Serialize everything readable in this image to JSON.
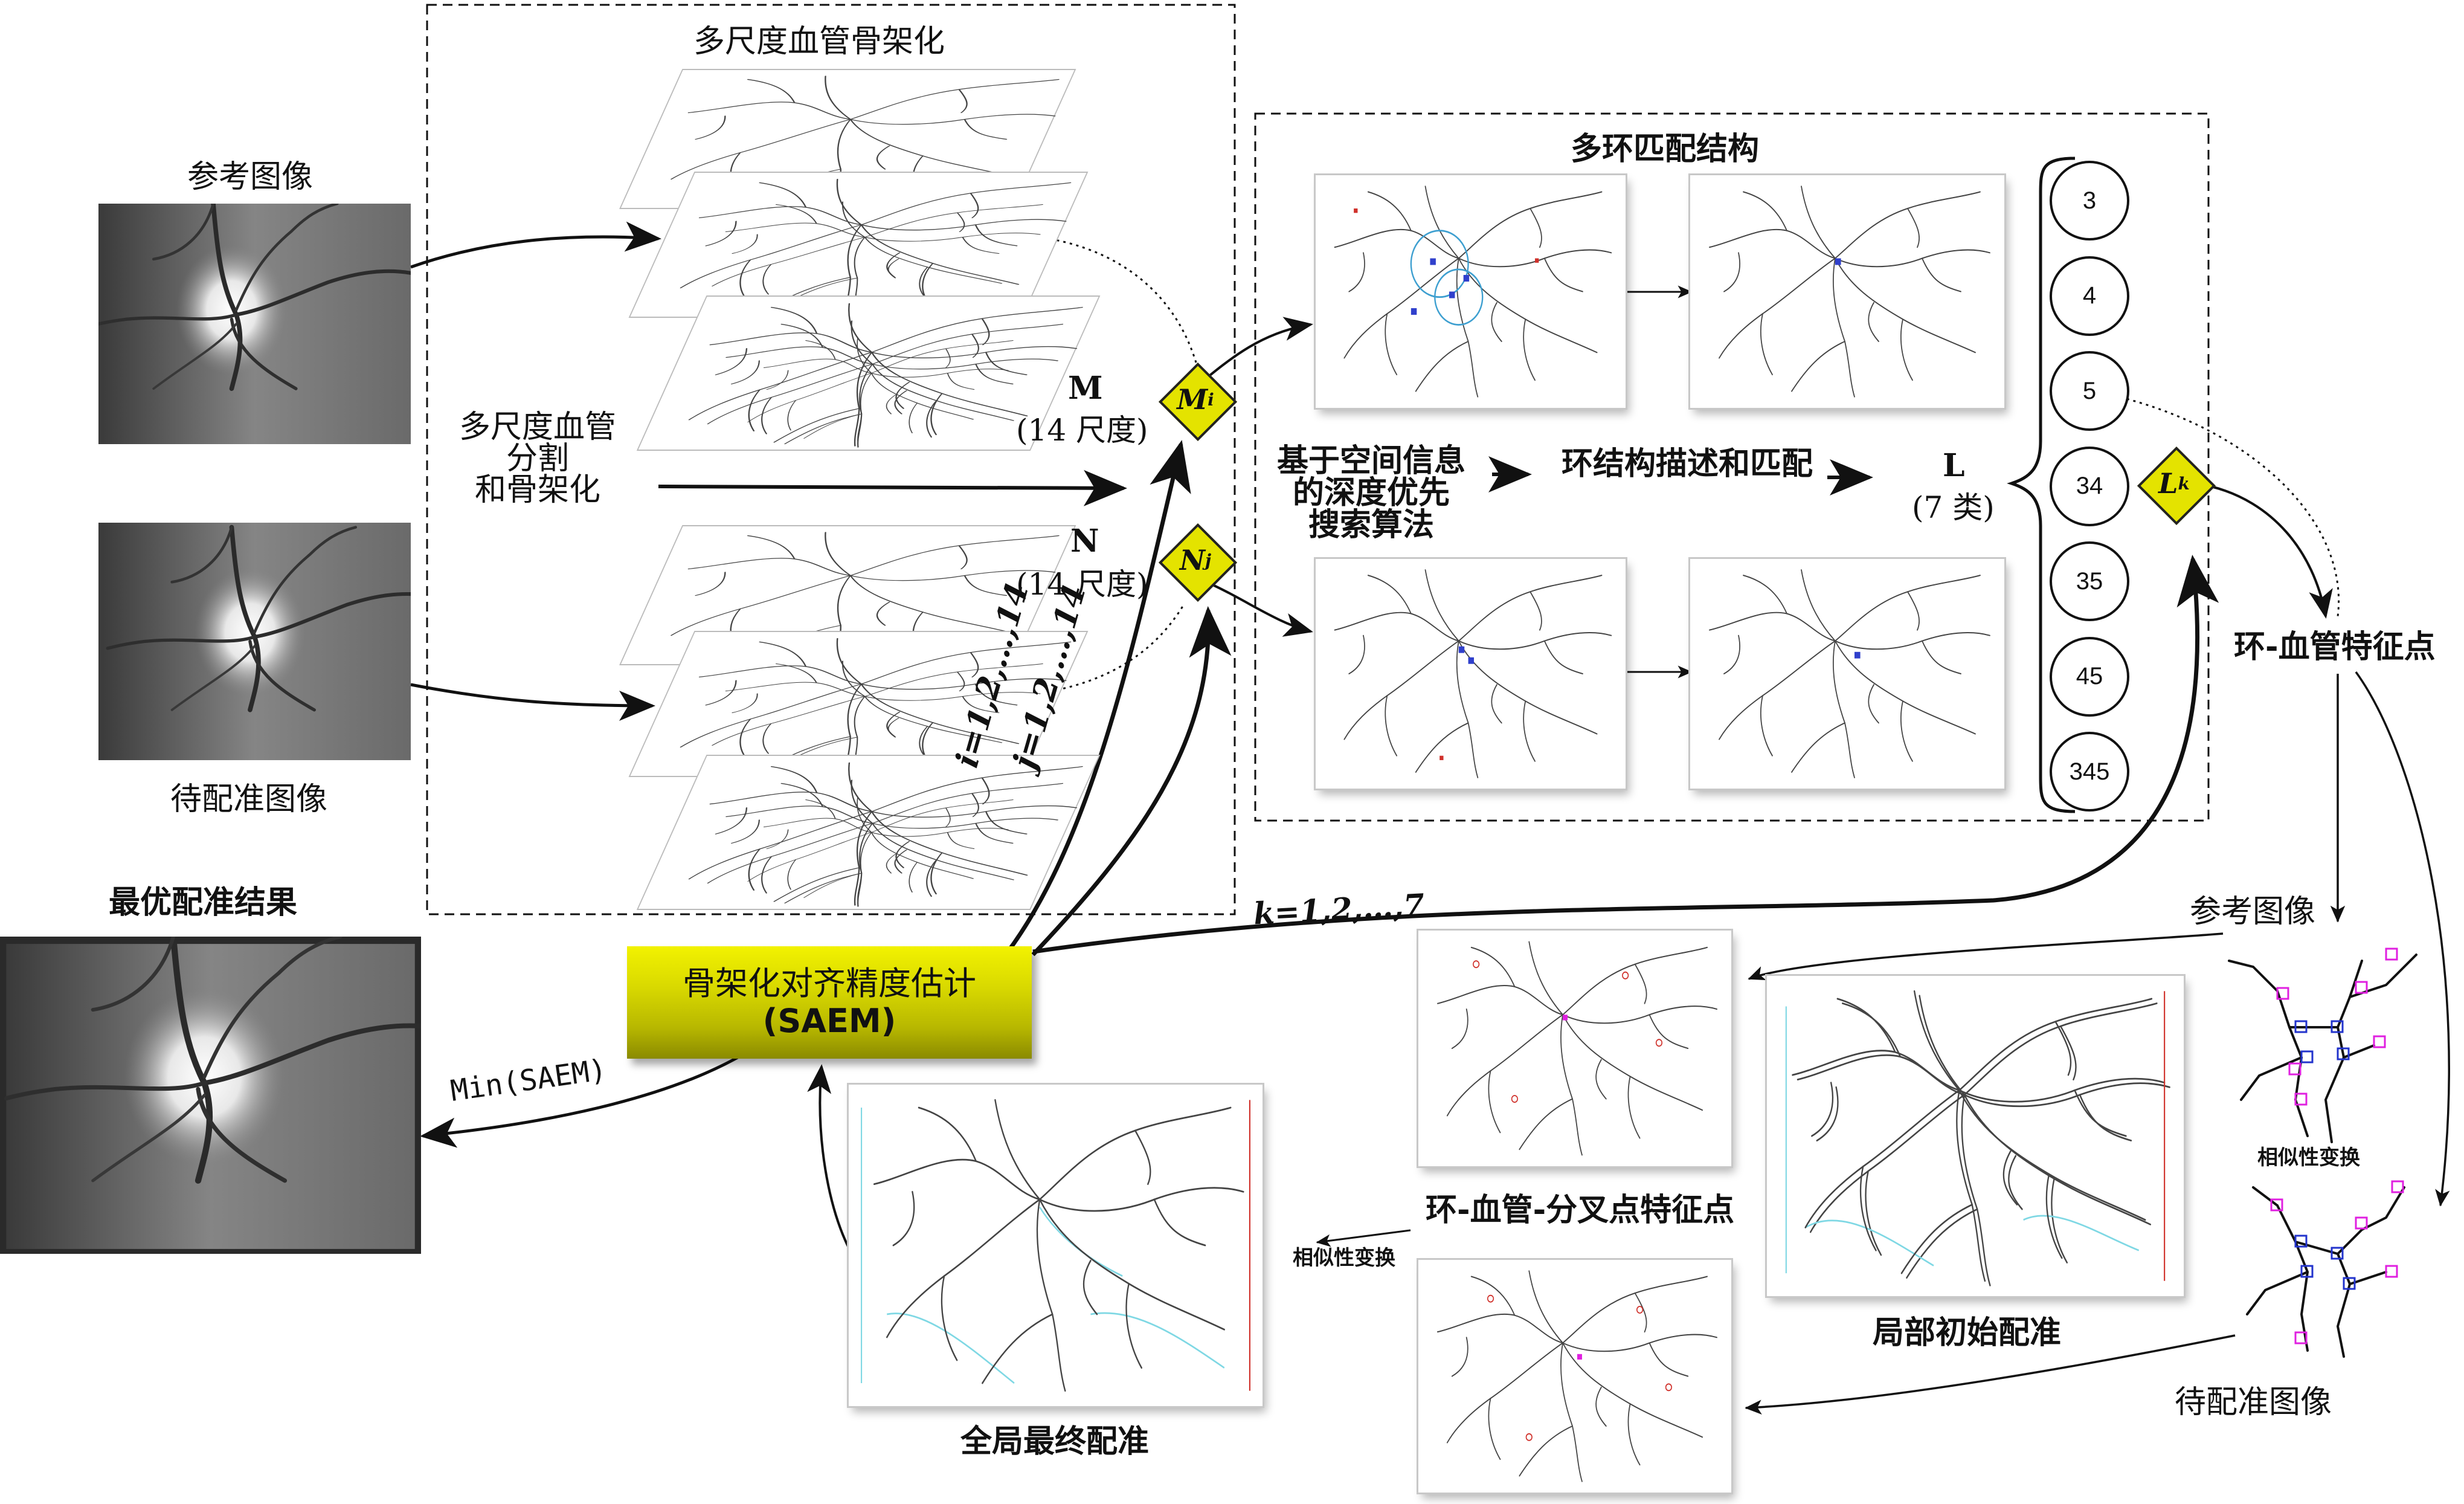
{
  "labels": {
    "multi_scale_skeleton": "多尺度血管骨架化",
    "ref_image": "参考图像",
    "moving_image": "待配准图像",
    "best_result": "最优配准结果",
    "seg_line1": "多尺度血管",
    "seg_line2": "分割",
    "seg_line3": "和骨架化",
    "M": "M",
    "M_scales": "(14 尺度)",
    "N": "N",
    "N_scales": "(14 尺度)",
    "multi_ring": "多环匹配结构",
    "dfs_line1": "基于空间信息",
    "dfs_line2": "的深度优先",
    "dfs_line3": "搜索算法",
    "ring_desc": "环结构描述和匹配",
    "L": "L",
    "L_classes": "(7 类)",
    "ring_vessel_points": "环-血管特征点",
    "ref_image_small": "参考图像",
    "similarity_small": "相似性变换",
    "moving_image_small": "待配准图像",
    "ring_bifurcation": "环-血管-分叉点特征点",
    "local_init": "局部初始配准",
    "global_final": "全局最终配准",
    "similarity": "相似性变换",
    "i_range": "i=1,2,…,14",
    "j_range": "j=1,2,…,14",
    "k_range": "k=1,2,…,7",
    "min_saem": "Min(SAEM)",
    "saem_title": "骨架化对齐精度估计",
    "saem_abbr": "(SAEM)"
  },
  "diamonds": {
    "M": "M",
    "M_sub": "i",
    "N": "N",
    "N_sub": "j",
    "L": "L",
    "L_sub": "k"
  },
  "ring_classes": [
    "3",
    "4",
    "5",
    "34",
    "35",
    "45",
    "345"
  ],
  "colors": {
    "diamond_fill": "#e4e300",
    "saem_fill": "#d4d400",
    "vessel_cyan": "#7fd8e4",
    "vessel_red": "#d0302a",
    "marker_blue": "#2233cc",
    "marker_magenta": "#e020e0"
  }
}
